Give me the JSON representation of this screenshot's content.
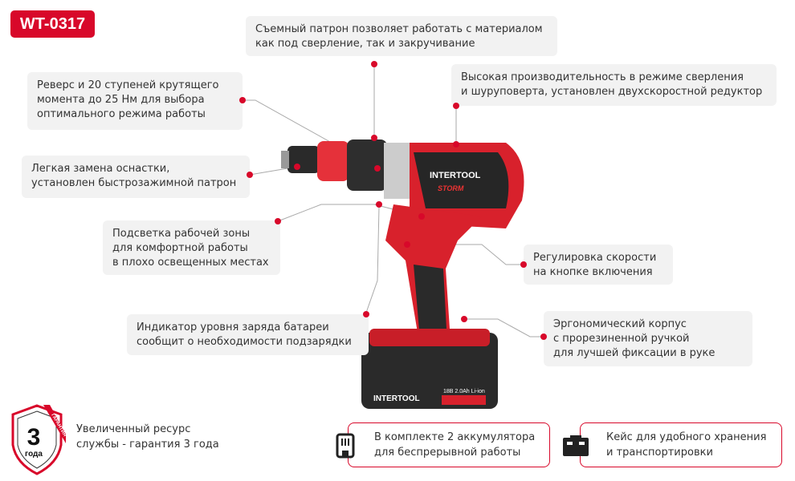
{
  "model_badge": "WT-0317",
  "callouts": {
    "chuck_removable": [
      "Съемный патрон позволяет работать с материалом",
      "как под сверление, так и закручивание"
    ],
    "performance": [
      "Высокая производительность в режиме сверления",
      "и шуруповерта, установлен двухскоростной редуктор"
    ],
    "reverse": [
      "Реверс и 20 ступеней крутящего",
      "момента до 25 Нм для выбора",
      "оптимального режима работы"
    ],
    "easy_change": [
      "Легкая замена оснастки,",
      "установлен быстрозажимной патрон"
    ],
    "light": [
      "Подсветка рабочей зоны",
      "для комфортной работы",
      "в плохо освещенных местах"
    ],
    "speed": [
      "Регулировка скорости",
      "на кнопке включения"
    ],
    "battery_indicator": [
      "Индикатор уровня заряда батареи",
      "сообщит о необходимости подзарядки"
    ],
    "ergonomic": [
      "Эргономический корпус",
      "с прорезиненной ручкой",
      "для лучшей фиксации в руке"
    ]
  },
  "warranty": {
    "badge_number": "3",
    "badge_unit": "года",
    "badge_ribbon": "ГАРАНТИЯ",
    "text": [
      "Увеличенный ресурс",
      "службы - гарантия 3 года"
    ]
  },
  "features": [
    {
      "icon": "battery-icon",
      "text": [
        "В комплекте 2 аккумулятора",
        "для беспрерывной работы"
      ]
    },
    {
      "icon": "case-icon",
      "text": [
        "Кейс для удобного хранения",
        "и транспортировки"
      ]
    }
  ],
  "product": {
    "brand": "INTERTOOL",
    "series": "STORM",
    "battery_label": "18В 2.0Ah Li-ion"
  },
  "colors": {
    "accent": "#d8082a",
    "callout_bg": "#f2f2f2"
  }
}
